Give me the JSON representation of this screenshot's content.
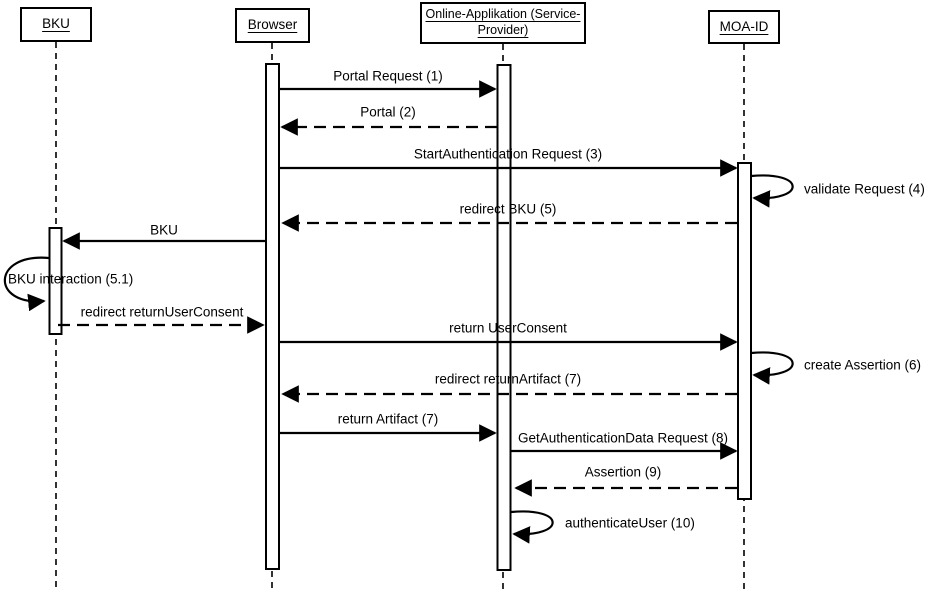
{
  "colors": {
    "line": "#000000",
    "background": "#ffffff"
  },
  "actors": [
    {
      "id": "bku",
      "label": "BKU"
    },
    {
      "id": "browser",
      "label": "Browser"
    },
    {
      "id": "online-app",
      "label": "Online-Applikation (Service-Provider)",
      "label_lines": [
        "Online-Applikation (Service-",
        "Provider)"
      ]
    },
    {
      "id": "moa-id",
      "label": "MOA-ID"
    }
  ],
  "messages": [
    {
      "label": "Portal Request (1)",
      "from": "Browser",
      "to": "Online-Applikation (Service-Provider)",
      "line": "solid"
    },
    {
      "label": "Portal (2)",
      "from": "Online-Applikation (Service-Provider)",
      "to": "Browser",
      "line": "dashed"
    },
    {
      "label": "StartAuthentication Request (3)",
      "from": "Browser",
      "to": "MOA-ID",
      "line": "solid"
    },
    {
      "label": "validate Request (4)",
      "from": "MOA-ID",
      "to": "MOA-ID",
      "line": "self"
    },
    {
      "label": "redirect BKU (5)",
      "from": "MOA-ID",
      "to": "Browser",
      "line": "dashed"
    },
    {
      "label": "BKU",
      "from": "Browser",
      "to": "BKU",
      "line": "solid"
    },
    {
      "label": "BKU interaction (5.1)",
      "from": "BKU",
      "to": "BKU",
      "line": "self"
    },
    {
      "label": "redirect returnUserConsent",
      "from": "BKU",
      "to": "Browser",
      "line": "dashed"
    },
    {
      "label": "return UserConsent",
      "from": "Browser",
      "to": "MOA-ID",
      "line": "solid"
    },
    {
      "label": "create Assertion (6)",
      "from": "MOA-ID",
      "to": "MOA-ID",
      "line": "self"
    },
    {
      "label": "redirect returnArtifact (7)",
      "from": "MOA-ID",
      "to": "Browser",
      "line": "dashed"
    },
    {
      "label": "return Artifact (7)",
      "from": "Browser",
      "to": "Online-Applikation (Service-Provider)",
      "line": "solid"
    },
    {
      "label": "GetAuthenticationData Request (8)",
      "from": "Online-Applikation (Service-Provider)",
      "to": "MOA-ID",
      "line": "solid"
    },
    {
      "label": "Assertion (9)",
      "from": "MOA-ID",
      "to": "Online-Applikation (Service-Provider)",
      "line": "dashed"
    },
    {
      "label": "authenticateUser (10)",
      "from": "Online-Applikation (Service-Provider)",
      "to": "Online-Applikation (Service-Provider)",
      "line": "self"
    }
  ]
}
